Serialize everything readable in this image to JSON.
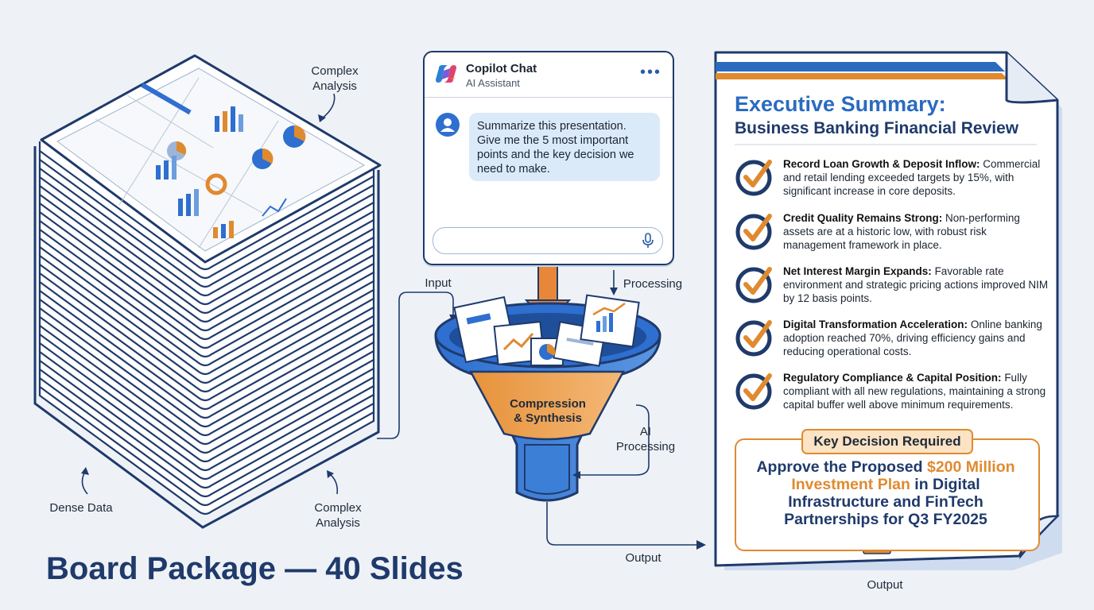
{
  "board": {
    "title": "Board Package — 40 Slides",
    "annotations": {
      "complex_analysis_top": "Complex\nAnalysis",
      "dense_data": "Dense Data",
      "complex_analysis_bottom": "Complex\nAnalysis"
    }
  },
  "chat": {
    "title": "Copilot Chat",
    "subtitle": "AI Assistant",
    "more_icon": "ellipsis-icon",
    "prompt": "Summarize this presentation. Give me the 5 most important points and the key decision we need to make."
  },
  "flow": {
    "input": "Input",
    "processing": "Processing",
    "funnel_label_1": "Compression",
    "funnel_label_2": "& Synthesis",
    "ai_processing": "AI\nProcessing",
    "output_left": "Output",
    "output_bottom": "Output"
  },
  "summary": {
    "title": "Executive Summary:",
    "subtitle": "Business Banking Financial Review",
    "items": [
      {
        "heading": "Record Loan Growth & Deposit Inflow:",
        "body": "Commercial and retail lending exceeded targets by 15%, with significant increase in core deposits."
      },
      {
        "heading": "Credit Quality Remains Strong:",
        "body": "Non-performing assets are at a historic low, with robust risk management framework in place."
      },
      {
        "heading": "Net Interest Margin Expands:",
        "body": "Favorable rate environment and strategic pricing actions improved NIM by 12 basis points."
      },
      {
        "heading": "Digital Transformation Acceleration:",
        "body": "Online banking adoption reached 70%, driving efficiency gains and reducing operational costs."
      },
      {
        "heading": "Regulatory Compliance & Capital Position:",
        "body": "Fully compliant with all new regulations, maintaining a strong capital buffer well above minimum requirements."
      }
    ],
    "key_decision": {
      "title": "Key Decision Required",
      "text_pre": "Approve the Proposed ",
      "text_highlight": "$200 Million Investment Plan",
      "text_post": " in Digital Infrastructure and FinTech Partnerships for Q3 FY2025"
    }
  },
  "colors": {
    "navy": "#1f3a6b",
    "blue": "#2a6bc0",
    "orange": "#e08a30",
    "light_blue": "#dbeaf9"
  }
}
